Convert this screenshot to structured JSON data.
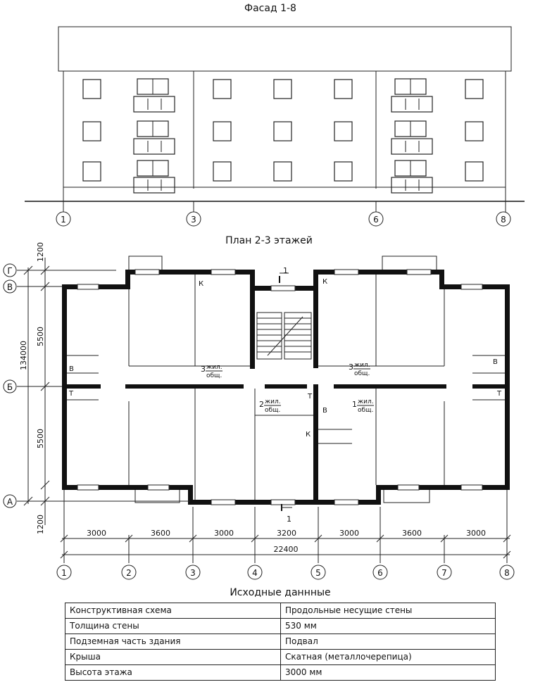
{
  "facade": {
    "title": "Фасад 1-8",
    "axes": [
      "1",
      "3",
      "6",
      "8"
    ]
  },
  "plan": {
    "title": "План 2-3 этажей",
    "row_axes": [
      "Г",
      "В",
      "Б",
      "А"
    ],
    "col_axes": [
      "1",
      "2",
      "3",
      "4",
      "5",
      "6",
      "7",
      "8"
    ],
    "vertical_dims": {
      "top_offset": "1200",
      "upper_span": "5500",
      "total": "134000",
      "lower_span": "5500",
      "bottom_offset": "1200"
    },
    "horizontal_dims": [
      "3000",
      "3600",
      "3000",
      "3200",
      "3000",
      "3600",
      "3000"
    ],
    "total_width": "22400",
    "section_mark": "1",
    "room_marks": {
      "k": "К",
      "v": "В",
      "t": "Т",
      "living": "жил.",
      "common": "общ."
    },
    "apartments": [
      "3",
      "3",
      "2",
      "1"
    ]
  },
  "source_data": {
    "title": "Исходные даннные",
    "rows": [
      {
        "param": "Конструктивная схема",
        "value": "Продольные несущие стены"
      },
      {
        "param": "Толщина стены",
        "value": "530 мм"
      },
      {
        "param": "Подземная часть здания",
        "value": "Подвал"
      },
      {
        "param": "Крыша",
        "value": "Скатная (металлочерепица)"
      },
      {
        "param": "Высота этажа",
        "value": "3000 мм"
      }
    ]
  }
}
